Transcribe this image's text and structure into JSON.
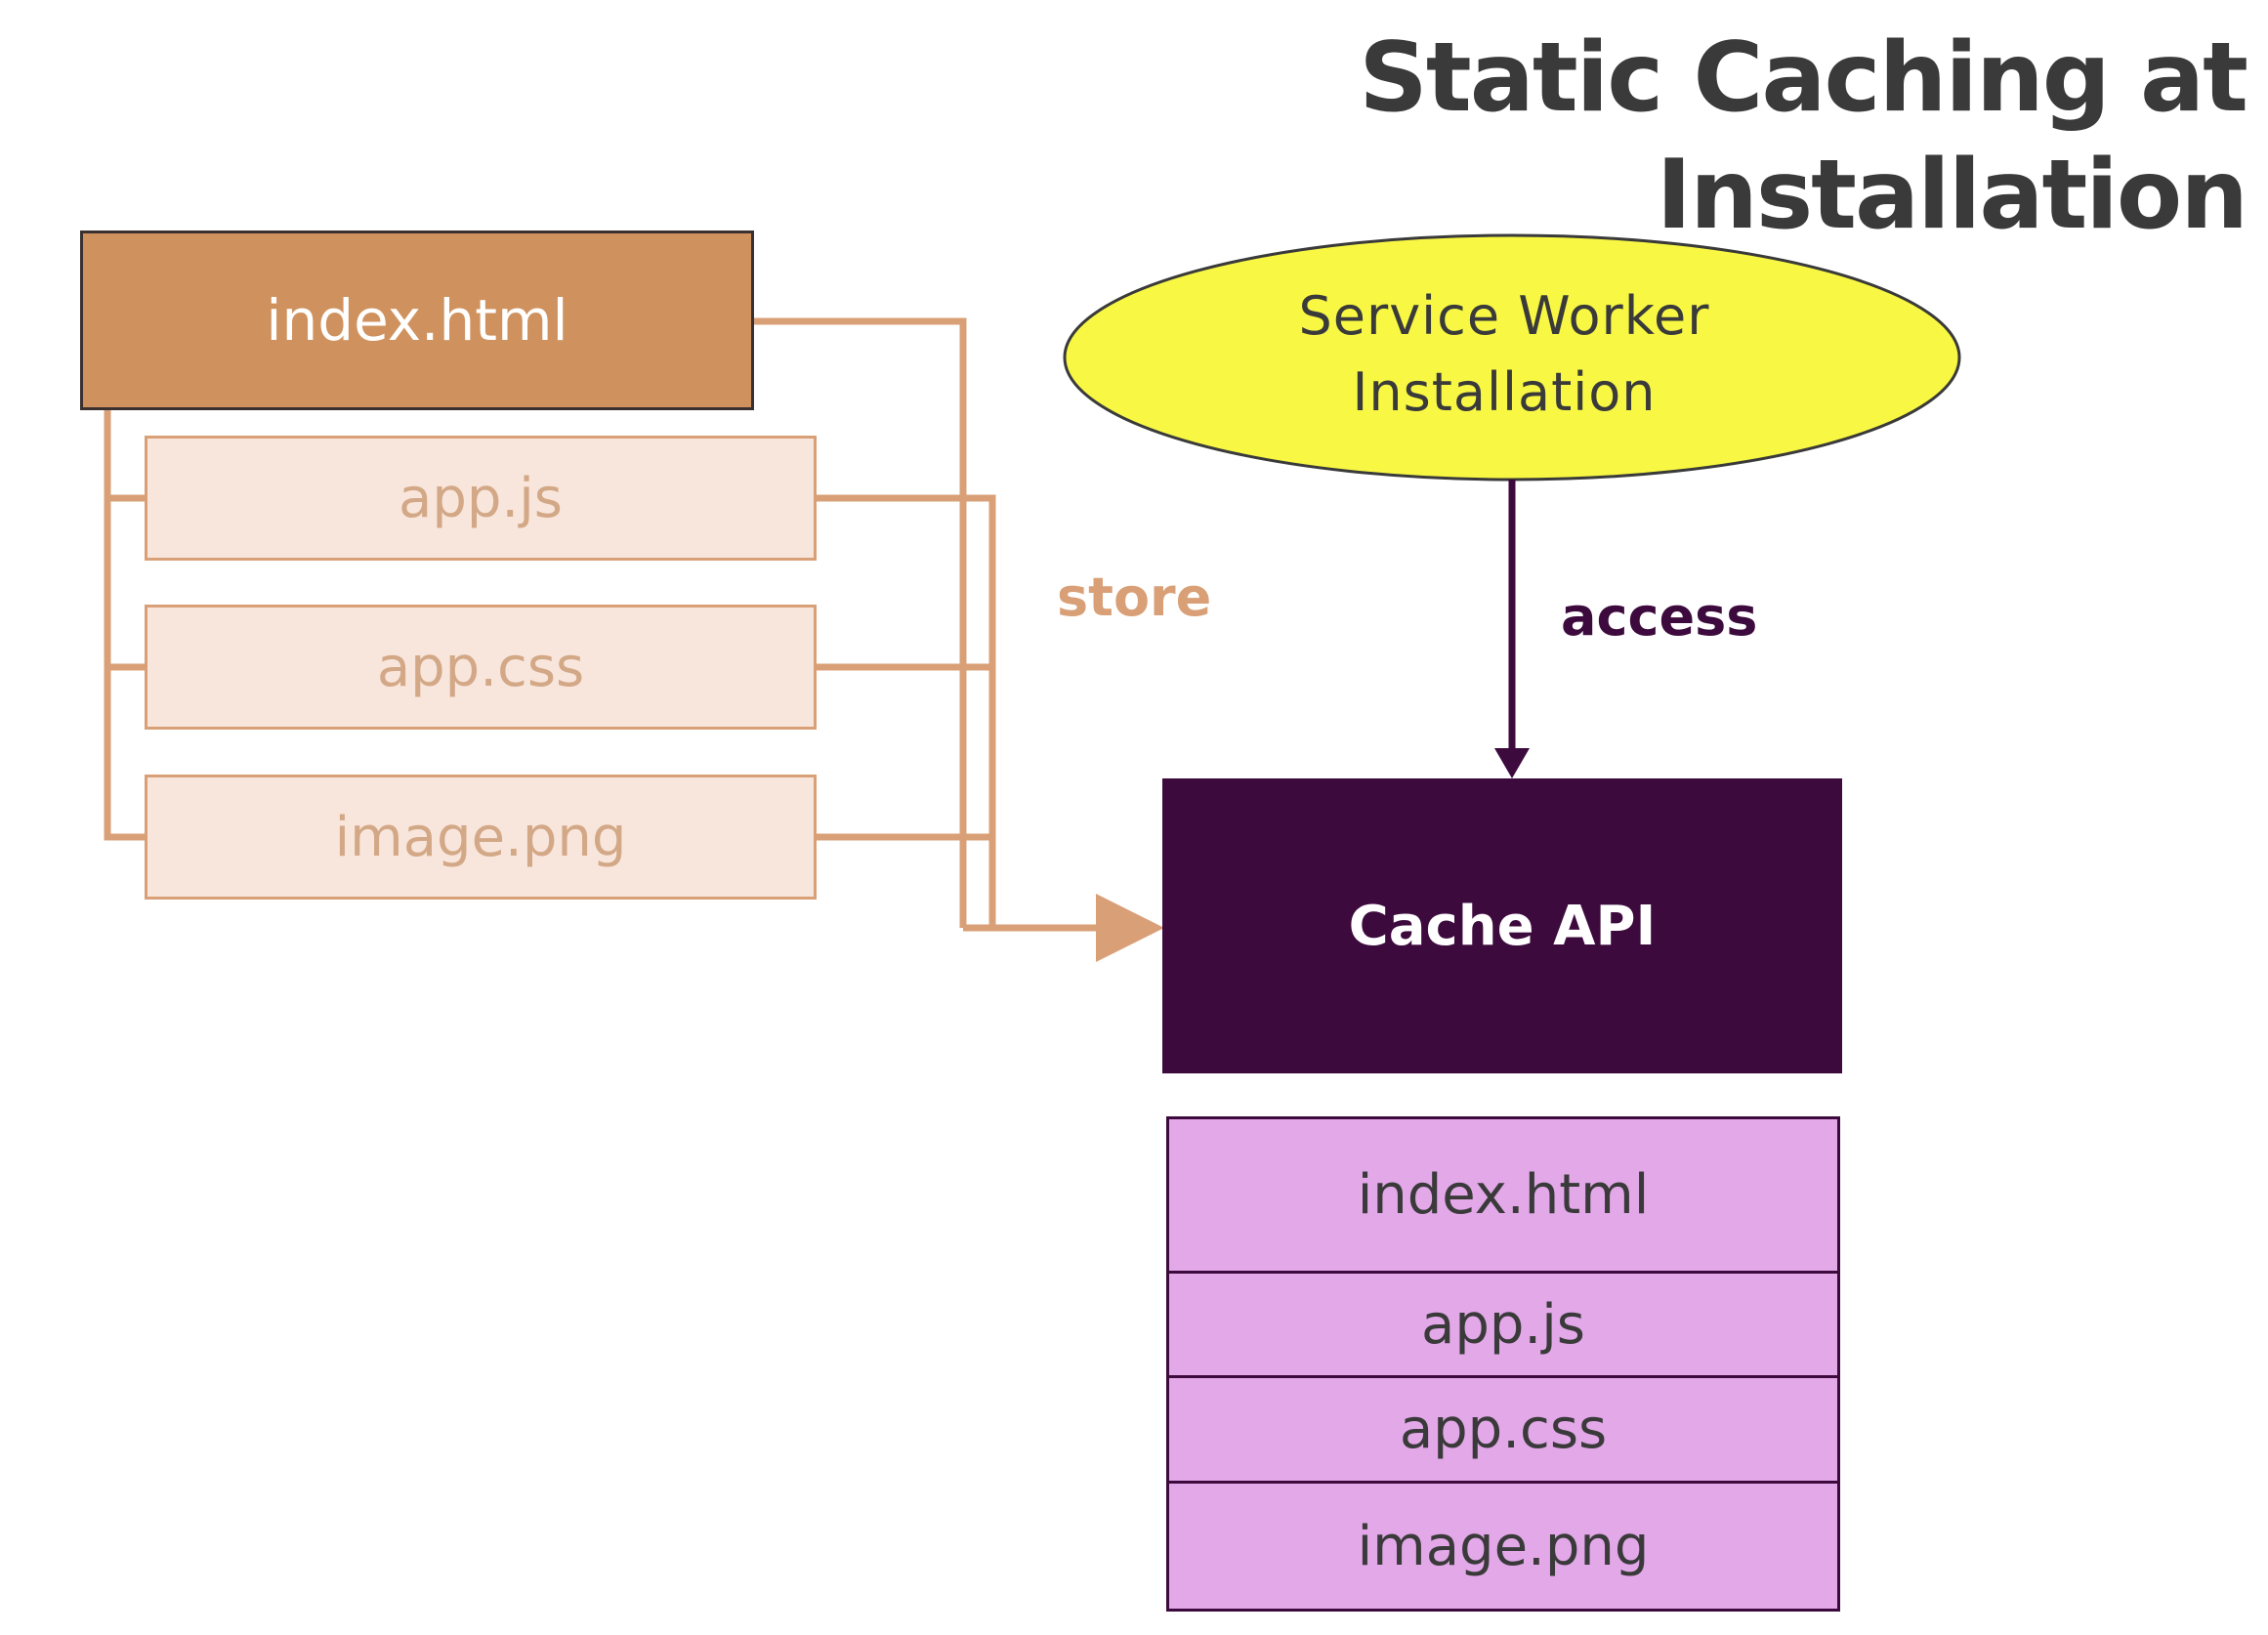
{
  "title": "Static Caching at Installation",
  "source_files": {
    "main": "index.html",
    "assets": [
      "app.js",
      "app.css",
      "image.png"
    ]
  },
  "service_worker": {
    "label": "Service Worker\nInstallation"
  },
  "edges": {
    "store_label": "store",
    "access_label": "access"
  },
  "cache": {
    "title": "Cache API",
    "entries": [
      "index.html",
      "app.js",
      "app.css",
      "image.png"
    ]
  },
  "colors": {
    "source_main": "#cf925f",
    "source_asset": "#f8e6dc",
    "store_line": "#d9a077",
    "service_worker": "#f8f844",
    "cache_api": "#3d0a3d",
    "cache_entry": "#e2a8e8"
  }
}
